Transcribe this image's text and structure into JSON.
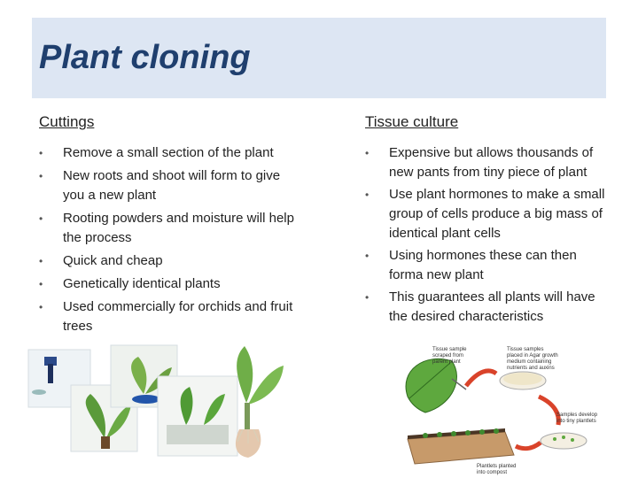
{
  "slide": {
    "title": "Plant cloning"
  },
  "cuttings": {
    "heading": "Cuttings",
    "items": [
      "Remove a small section of the plant",
      "New roots and shoot will form to give you a new plant",
      "Rooting powders and moisture will help the process",
      "Quick and cheap",
      "Genetically identical plants",
      "Used commercially for orchids and fruit trees"
    ]
  },
  "tissue_culture": {
    "heading": "Tissue culture",
    "items": [
      "Expensive but allows thousands of new pants from tiny piece of plant",
      "Use plant hormones to make a small group of cells produce a big mass of identical plant cells",
      "Using hormones these can then forma new plant",
      "This guarantees all plants will have the desired characteristics"
    ],
    "diagram_labels": {
      "sample": "Tissue sample scraped from parent plant",
      "dish": "Tissue samples placed in Agar growth medium containing nutrients and auxins",
      "develop": "Samples develop into tiny plantlets",
      "planted": "Plantlets planted into compost"
    }
  },
  "colors": {
    "title_bar": "#dde6f3",
    "title_text": "#1f3f6e"
  }
}
